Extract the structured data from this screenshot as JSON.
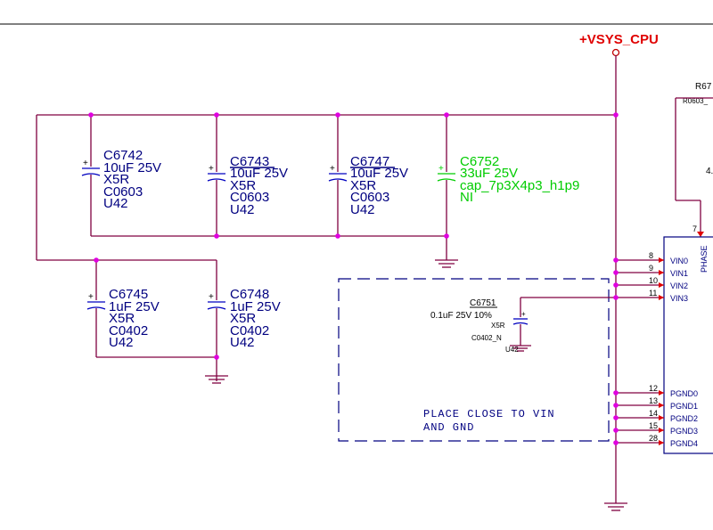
{
  "net": {
    "label": "+VSYS_CPU"
  },
  "resistor": {
    "ref": "R67",
    "footprint": "R0603_",
    "value": "4."
  },
  "capacitors": [
    {
      "ref": "C6742",
      "value": "10uF 25V",
      "dielectric": "X5R",
      "package": "C0603",
      "unit": "U42"
    },
    {
      "ref": "C6743",
      "value": "10uF 25V",
      "dielectric": "X5R",
      "package": "C0603",
      "unit": "U42"
    },
    {
      "ref": "C6747",
      "value": "10uF 25V",
      "dielectric": "X5R",
      "package": "C0603",
      "unit": "U42"
    },
    {
      "ref": "C6752",
      "value": "33uF 25V",
      "package": "cap_7p3X4p3_h1p9",
      "unit": "NI"
    },
    {
      "ref": "C6745",
      "value": "1uF 25V",
      "dielectric": "X5R",
      "package": "C0402",
      "unit": "U42"
    },
    {
      "ref": "C6748",
      "value": "1uF 25V",
      "dielectric": "X5R",
      "package": "C0402",
      "unit": "U42"
    },
    {
      "ref": "C6751",
      "value": "0.1uF 25V 10%",
      "dielectric": "X5R",
      "package": "C0402_N",
      "unit": "U42"
    }
  ],
  "ic": {
    "phase_label": "PHASE",
    "phase_pin": "7",
    "pins": [
      {
        "num": "8",
        "name": "VIN0"
      },
      {
        "num": "9",
        "name": "VIN1"
      },
      {
        "num": "10",
        "name": "VIN2"
      },
      {
        "num": "11",
        "name": "VIN3"
      },
      {
        "num": "12",
        "name": "PGND0"
      },
      {
        "num": "13",
        "name": "PGND1"
      },
      {
        "num": "14",
        "name": "PGND2"
      },
      {
        "num": "15",
        "name": "PGND3"
      },
      {
        "num": "28",
        "name": "PGND4"
      }
    ]
  },
  "note": {
    "line1": "PLACE CLOSE TO VIN",
    "line2": "AND GND"
  },
  "colors": {
    "wire": "#800040",
    "node": "#e000e0",
    "text": "#000080",
    "net": "#e00000",
    "not_installed": "#00cc00"
  }
}
